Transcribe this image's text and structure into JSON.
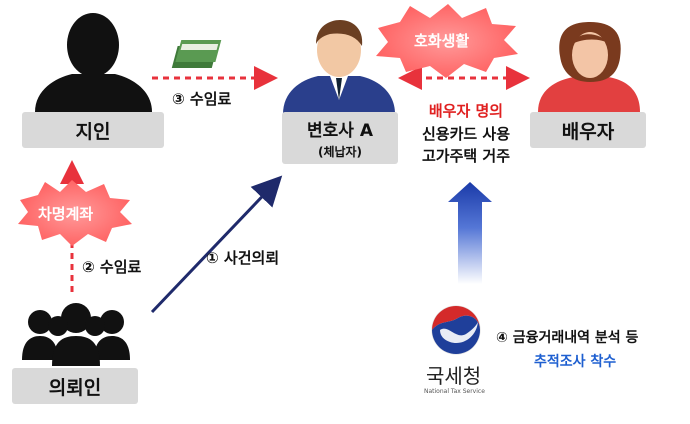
{
  "nodes": {
    "acquaintance": "지인",
    "lawyer": "변호사 A",
    "lawyer_sub": "(체납자)",
    "spouse": "배우자",
    "client": "의뢰인"
  },
  "edges": {
    "fee_to_acquaintance": "③ 수임료",
    "fee_from_client": "② 수임료",
    "case_request": "① 사건의뢰",
    "borrowed_account": "차명계좌",
    "luxury_life": "호화생활"
  },
  "spouse_info": {
    "line1": "배우자 명의",
    "line2": "신용카드 사용",
    "line3": "고가주택 거주"
  },
  "nts": {
    "logo_text": "국세청",
    "logo_sub": "National Tax Service",
    "action_line1": "④ 금융거래내역 분석 등",
    "action_line2": "추적조사 착수"
  },
  "colors": {
    "red_arrow": "#e8323c",
    "navy_arrow": "#1f2a6b",
    "blue_text": "#1e5fd0",
    "red_text": "#e02020",
    "burst_fill": "#ff6b6b"
  }
}
